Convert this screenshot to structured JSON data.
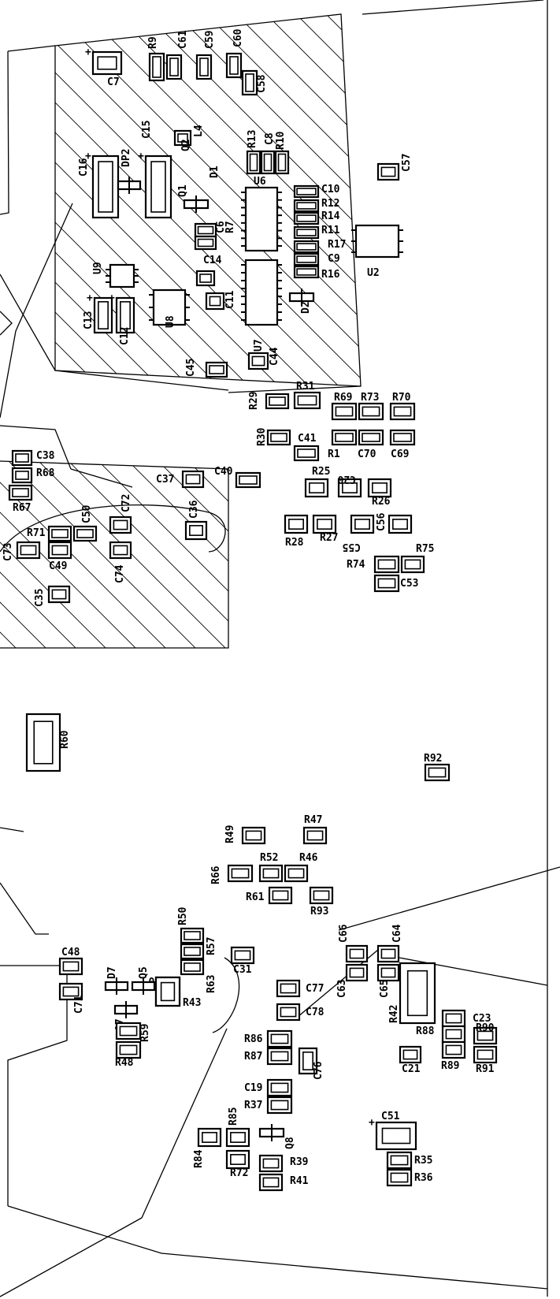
{
  "title": "",
  "components": [
    {
      "ref": "C7",
      "kind": "cap-tant"
    },
    {
      "ref": "R9",
      "kind": "smd"
    },
    {
      "ref": "C61",
      "kind": "smd"
    },
    {
      "ref": "C59",
      "kind": "smd"
    },
    {
      "ref": "C60",
      "kind": "smd"
    },
    {
      "ref": "C58",
      "kind": "smd"
    },
    {
      "ref": "L4",
      "kind": "smd"
    },
    {
      "ref": "Q2",
      "kind": "smd"
    },
    {
      "ref": "R13",
      "kind": "smd"
    },
    {
      "ref": "C8",
      "kind": "smd"
    },
    {
      "ref": "R10",
      "kind": "smd"
    },
    {
      "ref": "D1",
      "kind": "sot"
    },
    {
      "ref": "U6",
      "kind": "ic-soic"
    },
    {
      "ref": "C10",
      "kind": "smd"
    },
    {
      "ref": "R12",
      "kind": "smd"
    },
    {
      "ref": "R14",
      "kind": "smd"
    },
    {
      "ref": "R11",
      "kind": "smd"
    },
    {
      "ref": "R17",
      "kind": "smd"
    },
    {
      "ref": "C9",
      "kind": "smd"
    },
    {
      "ref": "R16",
      "kind": "smd"
    },
    {
      "ref": "C16",
      "kind": "cap-tant"
    },
    {
      "ref": "DP2",
      "kind": "sot"
    },
    {
      "ref": "C15",
      "kind": "cap-tant"
    },
    {
      "ref": "Q1",
      "kind": "sot"
    },
    {
      "ref": "C6",
      "kind": "smd"
    },
    {
      "ref": "R7",
      "kind": "smd"
    },
    {
      "ref": "C14",
      "kind": "smd"
    },
    {
      "ref": "U9",
      "kind": "ic-small"
    },
    {
      "ref": "U8",
      "kind": "ic-small"
    },
    {
      "ref": "C13",
      "kind": "cap-tant"
    },
    {
      "ref": "C12",
      "kind": "cap-tant"
    },
    {
      "ref": "C11",
      "kind": "smd"
    },
    {
      "ref": "U7",
      "kind": "ic-soic"
    },
    {
      "ref": "C45",
      "kind": "smd"
    },
    {
      "ref": "C44",
      "kind": "smd"
    },
    {
      "ref": "D2",
      "kind": "sot"
    },
    {
      "ref": "U2",
      "kind": "ic-small"
    },
    {
      "ref": "C57",
      "kind": "smd"
    },
    {
      "ref": "R29",
      "kind": "smd"
    },
    {
      "ref": "R31",
      "kind": "smd"
    },
    {
      "ref": "R69",
      "kind": "smd"
    },
    {
      "ref": "R73",
      "kind": "smd"
    },
    {
      "ref": "R70",
      "kind": "smd"
    },
    {
      "ref": "R30",
      "kind": "smd"
    },
    {
      "ref": "C41",
      "kind": "smd"
    },
    {
      "ref": "R1",
      "kind": "smd"
    },
    {
      "ref": "C70",
      "kind": "smd"
    },
    {
      "ref": "C69",
      "kind": "smd"
    },
    {
      "ref": "C38",
      "kind": "smd"
    },
    {
      "ref": "R68",
      "kind": "smd"
    },
    {
      "ref": "R67",
      "kind": "smd"
    },
    {
      "ref": "C37",
      "kind": "smd"
    },
    {
      "ref": "C40",
      "kind": "smd"
    },
    {
      "ref": "R25",
      "kind": "smd"
    },
    {
      "ref": "C20",
      "kind": "smd"
    },
    {
      "ref": "R26",
      "kind": "smd"
    },
    {
      "ref": "R71",
      "kind": "smd"
    },
    {
      "ref": "C50",
      "kind": "smd"
    },
    {
      "ref": "C72",
      "kind": "smd"
    },
    {
      "ref": "C36",
      "kind": "smd"
    },
    {
      "ref": "R28",
      "kind": "smd"
    },
    {
      "ref": "R27",
      "kind": "smd"
    },
    {
      "ref": "C55",
      "kind": "smd"
    },
    {
      "ref": "C56",
      "kind": "smd"
    },
    {
      "ref": "C73",
      "kind": "smd"
    },
    {
      "ref": "C49",
      "kind": "smd"
    },
    {
      "ref": "C74",
      "kind": "smd"
    },
    {
      "ref": "R75",
      "kind": "smd"
    },
    {
      "ref": "R74",
      "kind": "smd"
    },
    {
      "ref": "C53",
      "kind": "smd"
    },
    {
      "ref": "C35",
      "kind": "smd"
    },
    {
      "ref": "R60",
      "kind": "large"
    },
    {
      "ref": "R92",
      "kind": "smd"
    },
    {
      "ref": "R47",
      "kind": "smd"
    },
    {
      "ref": "R49",
      "kind": "smd"
    },
    {
      "ref": "R52",
      "kind": "smd"
    },
    {
      "ref": "R46",
      "kind": "smd"
    },
    {
      "ref": "R66",
      "kind": "smd"
    },
    {
      "ref": "R61",
      "kind": "smd"
    },
    {
      "ref": "R93",
      "kind": "smd"
    },
    {
      "ref": "R50",
      "kind": "smd"
    },
    {
      "ref": "R57",
      "kind": "smd"
    },
    {
      "ref": "R40",
      "kind": "smd"
    },
    {
      "ref": "R63",
      "kind": "smd"
    },
    {
      "ref": "R43",
      "kind": "smd"
    },
    {
      "ref": "C31",
      "kind": "smd"
    },
    {
      "ref": "C48",
      "kind": "smd"
    },
    {
      "ref": "C71",
      "kind": "smd"
    },
    {
      "ref": "D7",
      "kind": "sot"
    },
    {
      "ref": "Q5",
      "kind": "sot"
    },
    {
      "ref": "Q7",
      "kind": "sot"
    },
    {
      "ref": "R59",
      "kind": "smd"
    },
    {
      "ref": "R48",
      "kind": "smd"
    },
    {
      "ref": "C66",
      "kind": "smd"
    },
    {
      "ref": "C64",
      "kind": "smd"
    },
    {
      "ref": "C63",
      "kind": "smd"
    },
    {
      "ref": "C65",
      "kind": "smd"
    },
    {
      "ref": "R42",
      "kind": "large"
    },
    {
      "ref": "C77",
      "kind": "smd"
    },
    {
      "ref": "C78",
      "kind": "smd"
    },
    {
      "ref": "R88",
      "kind": "smd"
    },
    {
      "ref": "C23",
      "kind": "smd"
    },
    {
      "ref": "R90",
      "kind": "smd"
    },
    {
      "ref": "R89",
      "kind": "smd"
    },
    {
      "ref": "R91",
      "kind": "smd"
    },
    {
      "ref": "C21",
      "kind": "smd"
    },
    {
      "ref": "R86",
      "kind": "smd"
    },
    {
      "ref": "R87",
      "kind": "smd"
    },
    {
      "ref": "C76",
      "kind": "smd"
    },
    {
      "ref": "C19",
      "kind": "smd"
    },
    {
      "ref": "R37",
      "kind": "smd"
    },
    {
      "ref": "R85",
      "kind": "smd"
    },
    {
      "ref": "Q8",
      "kind": "sot"
    },
    {
      "ref": "R84",
      "kind": "smd"
    },
    {
      "ref": "R72",
      "kind": "smd"
    },
    {
      "ref": "R39",
      "kind": "smd"
    },
    {
      "ref": "R41",
      "kind": "smd"
    },
    {
      "ref": "C51",
      "kind": "cap-tant"
    },
    {
      "ref": "R35",
      "kind": "smd"
    },
    {
      "ref": "R36",
      "kind": "smd"
    }
  ]
}
